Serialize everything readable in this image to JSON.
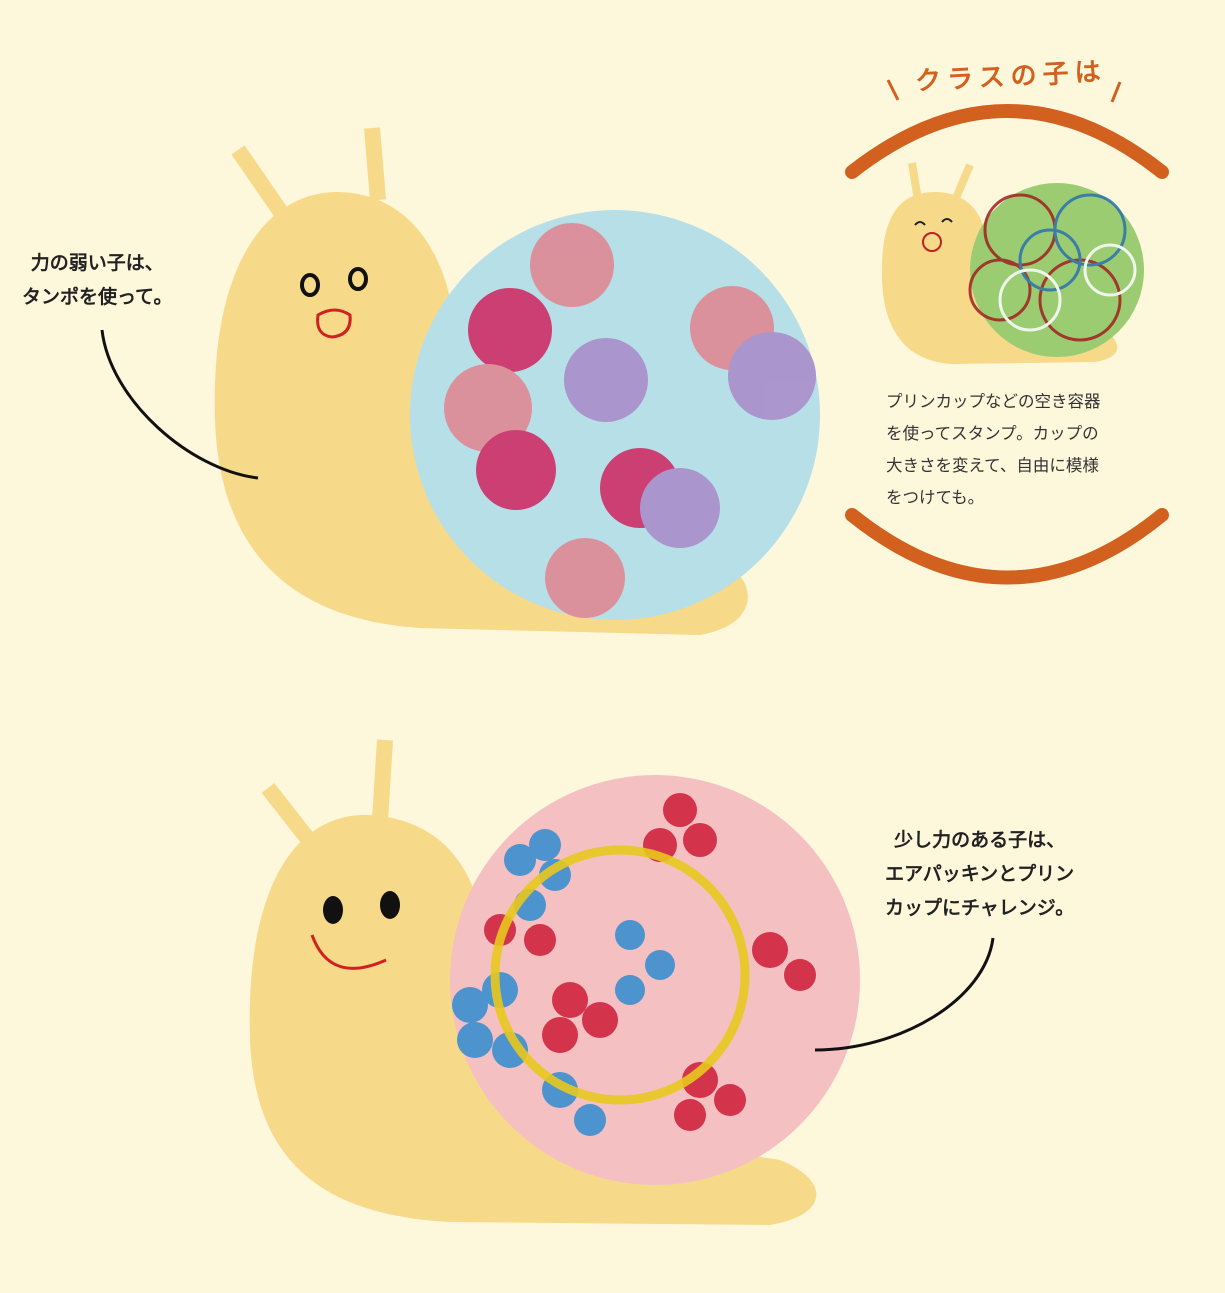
{
  "caption_weak": {
    "lines": [
      "力の弱い子は、",
      "タンポを使って。"
    ]
  },
  "caption_strong": {
    "lines": [
      "少し力のある子は、",
      "エアパッキンとプリン",
      "カップにチャレンジ。"
    ]
  },
  "class_box": {
    "heading": "クラスの子は",
    "lines": [
      "プリンカップなどの空き容器",
      "を使ってスタンプ。カップの",
      "大きさを変えて、自由に模様",
      "をつけても。"
    ]
  },
  "colors": {
    "background": "#fdf7dc",
    "snail": "#f7d98a",
    "accent": "#d2601e",
    "shell_blue": "#b6dfe8",
    "shell_pink": "#f5c0c2",
    "shell_green": "#9bcc72"
  }
}
